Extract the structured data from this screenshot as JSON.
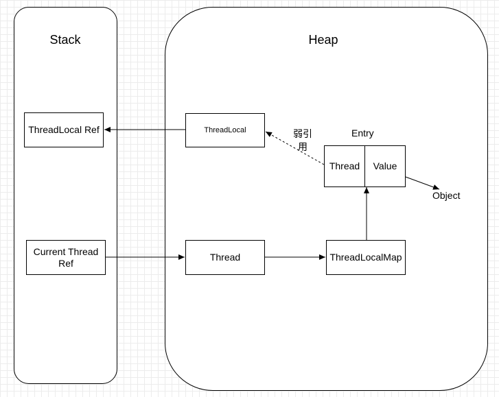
{
  "stack": {
    "title": "Stack"
  },
  "heap": {
    "title": "Heap"
  },
  "nodes": {
    "threadlocal_ref": "ThreadLocal Ref",
    "current_thread_ref": "Current Thread Ref",
    "threadlocal": "ThreadLocal",
    "thread": "Thread",
    "threadlocalmap": "ThreadLocalMap",
    "entry_title": "Entry",
    "entry_key": "Thread",
    "entry_value": "Value",
    "object": "Object"
  },
  "edge_labels": {
    "weak_reference": "弱引用"
  }
}
